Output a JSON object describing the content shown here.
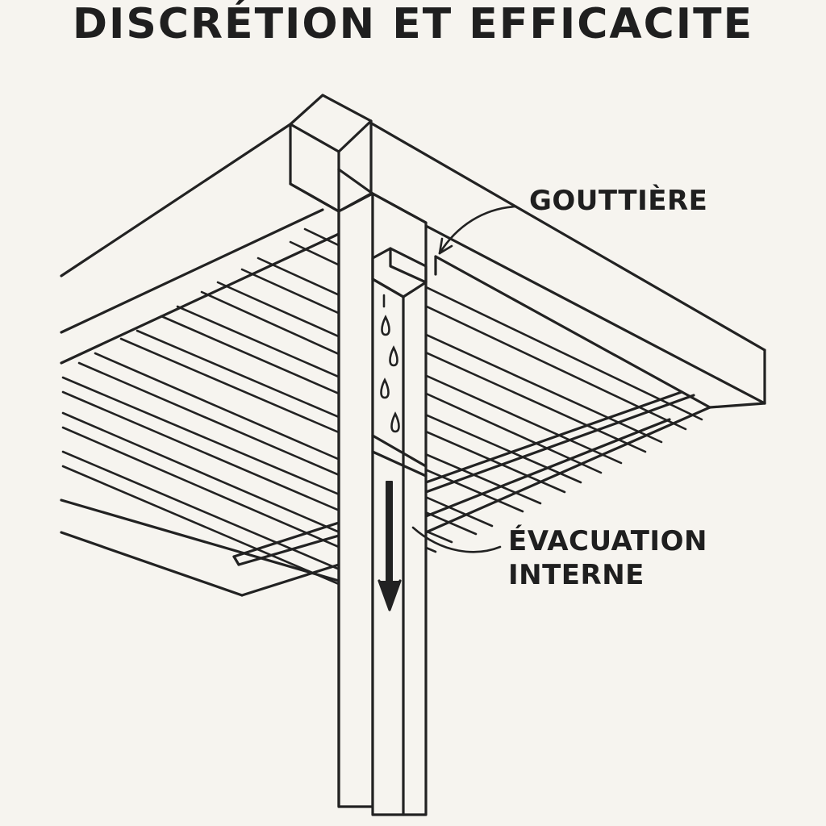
{
  "title": "DISCRÉTION ET EFFICACITE",
  "labels": {
    "gutter": "GOUTTIÈRE",
    "drain_line1": "ÉVACUATION",
    "drain_line2": "INTERNE"
  },
  "colors": {
    "background": "#f6f4ef",
    "ink": "#1f1f1f"
  },
  "icons": [
    "water-drop-icon",
    "down-arrow-icon",
    "curved-callout-arrow-icon"
  ]
}
